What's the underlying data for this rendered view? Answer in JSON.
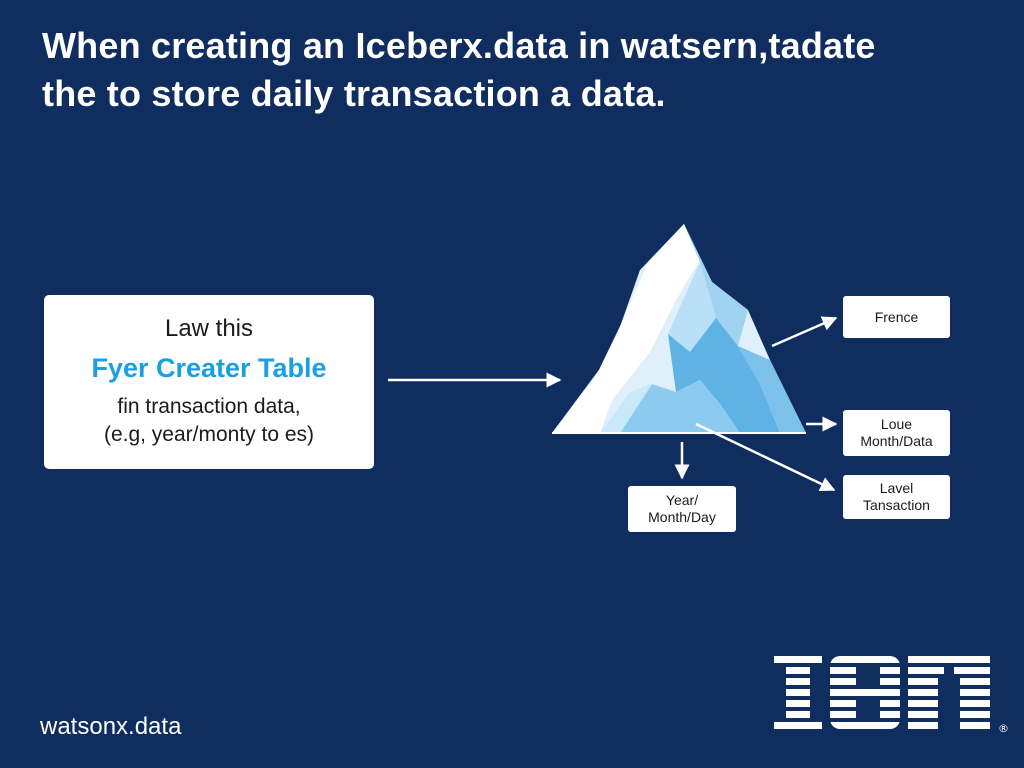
{
  "title": {
    "line1": "When creating an Iceberx.data in watsern,tadate",
    "line2": "the to store daily transaction a data."
  },
  "left_card": {
    "line1": "Law this",
    "line2": "Fyer Creater Table",
    "line3": "fin transaction data,",
    "line4": "(e.g, year/monty to es)"
  },
  "boxes": {
    "frence": "Frence",
    "loue": [
      "Loue",
      "Month/Data"
    ],
    "lavel": [
      "Lavel",
      "Tansaction"
    ],
    "year": [
      "Year/",
      "Month/Day"
    ]
  },
  "footer": {
    "brand": "watsonx.data"
  },
  "logo": {
    "text": "IBM",
    "mark": "®"
  },
  "colors": {
    "background": "#0f2d5e",
    "accent": "#1aa0e0",
    "ice_light": "#dff0fb",
    "ice_mid": "#9fd3f0",
    "ice_dark": "#5fb2e4"
  }
}
